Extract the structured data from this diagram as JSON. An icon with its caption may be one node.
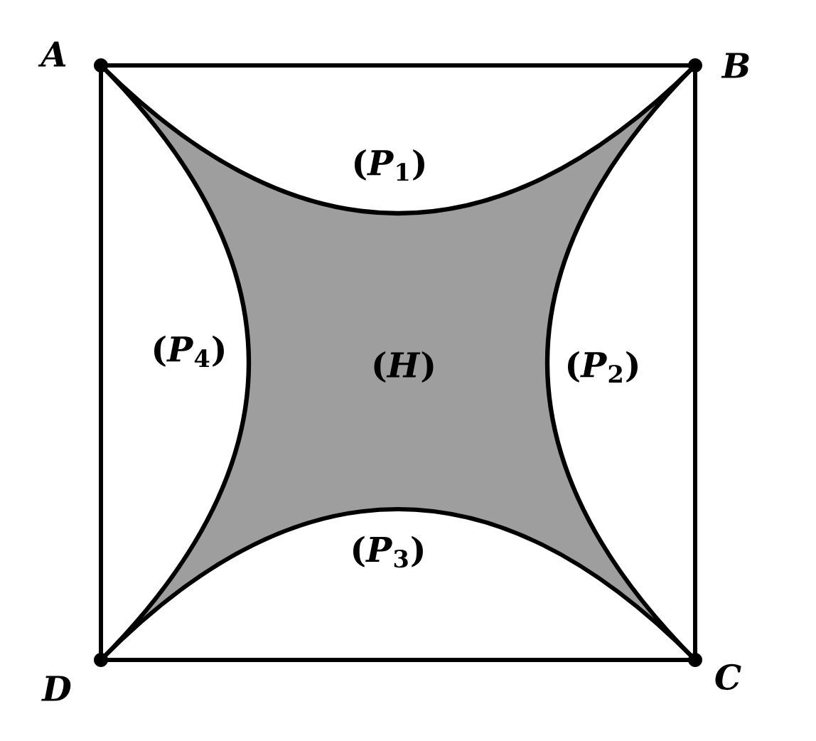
{
  "diagram": {
    "labels": [
      "A",
      "B",
      "C",
      "D",
      "(*P*$_{1}$)",
      "(*P*$_{2}$)",
      "(*P*$_{3}$)",
      "(*P*$_{4}$)",
      "(*H*)"
    ]
  }
}
